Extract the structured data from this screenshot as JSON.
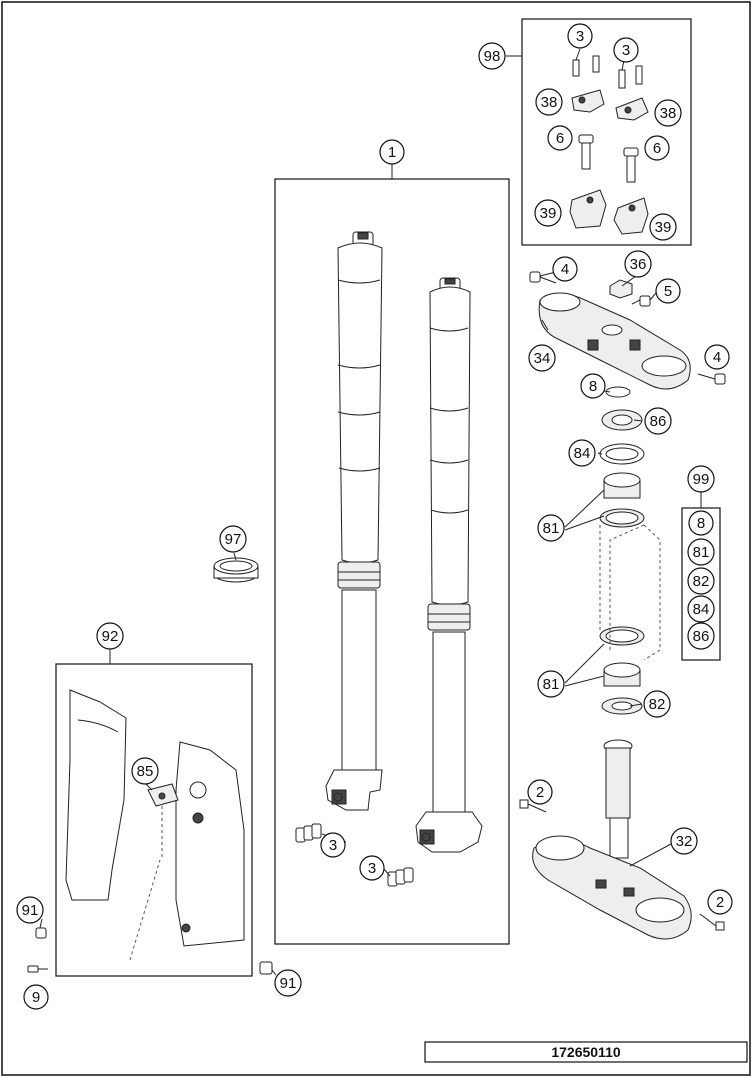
{
  "diagram": {
    "drawing_number": "172650110",
    "callouts": {
      "c1": "1",
      "c2a": "2",
      "c2b": "2",
      "c3a": "3",
      "c3b": "3",
      "c3c": "3",
      "c3d": "3",
      "c4a": "4",
      "c4b": "4",
      "c5": "5",
      "c6a": "6",
      "c6b": "6",
      "c8a": "8",
      "c8b": "8",
      "c9": "9",
      "c32": "32",
      "c34": "34",
      "c36": "36",
      "c38a": "38",
      "c38b": "38",
      "c39a": "39",
      "c39b": "39",
      "c81a": "81",
      "c81b": "81",
      "c81c": "81",
      "c82a": "82",
      "c82b": "82",
      "c84a": "84",
      "c84b": "84",
      "c85": "85",
      "c86a": "86",
      "c86b": "86",
      "c91a": "91",
      "c91b": "91",
      "c92": "92",
      "c97": "97",
      "c98": "98",
      "c99": "99"
    }
  }
}
